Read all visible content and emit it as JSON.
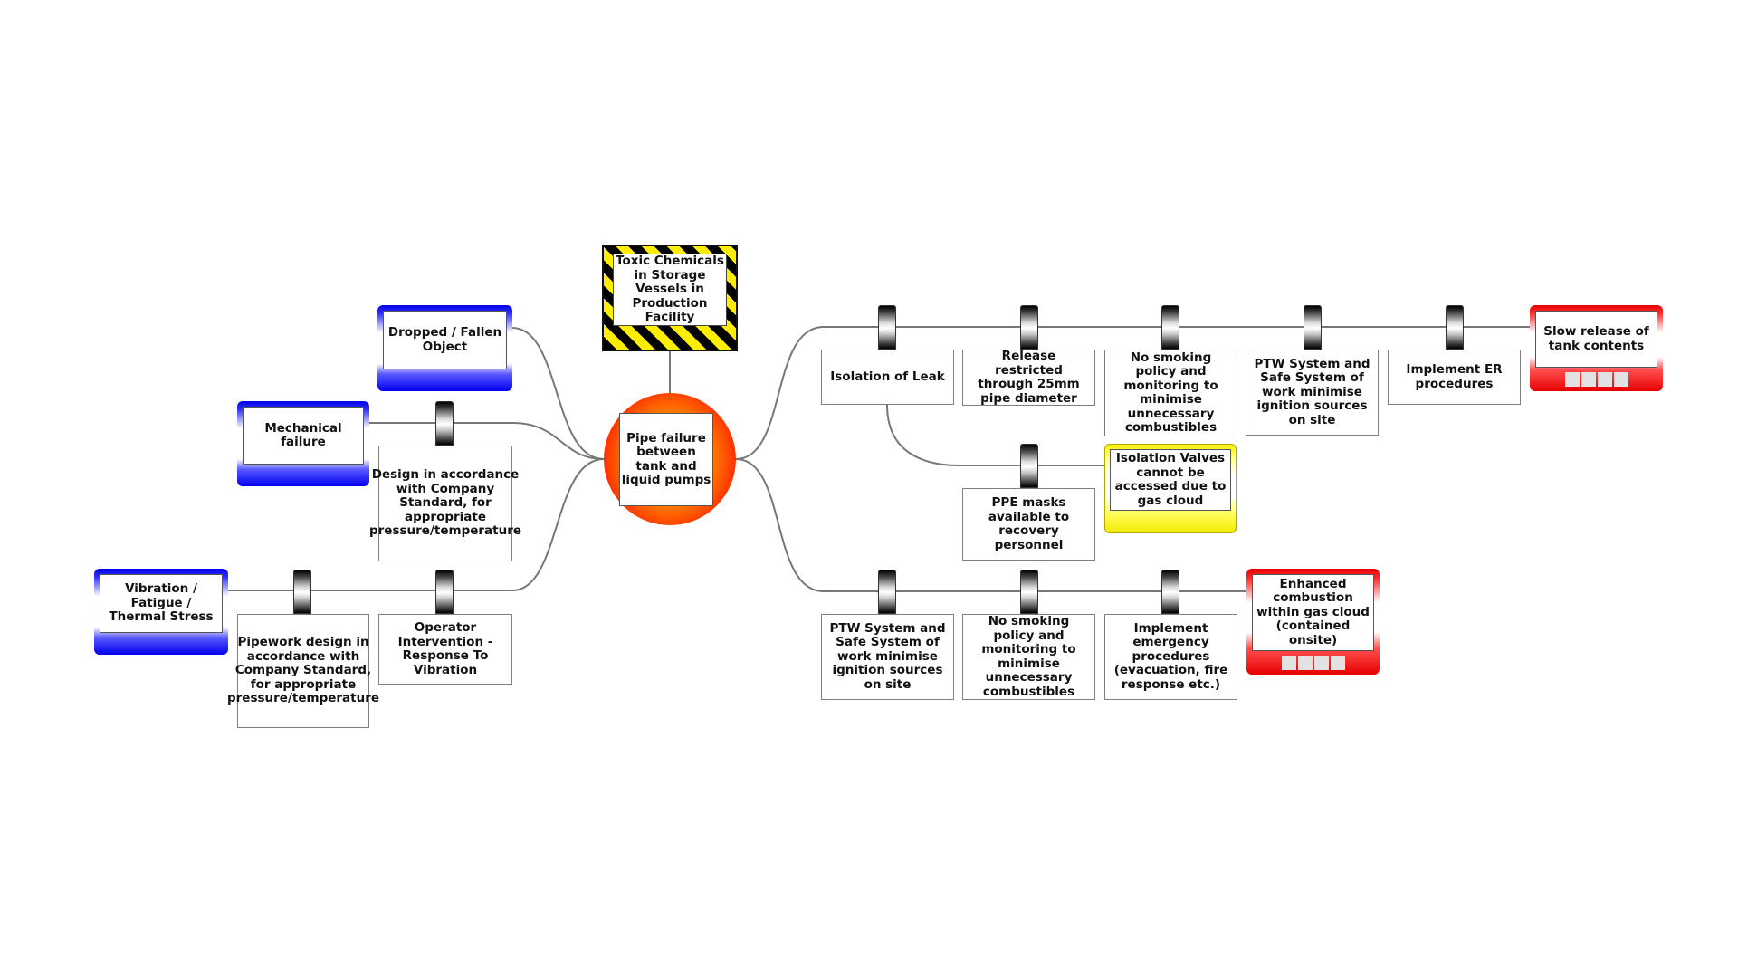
{
  "hazard": {
    "label": "Toxic Chemicals in Storage Vessels in Production Facility",
    "icon": "hazard-stripes"
  },
  "top_event": {
    "label": "Pipe failure between tank and liquid pumps"
  },
  "threats": [
    {
      "label": "Dropped / Fallen Object",
      "barriers": []
    },
    {
      "label": "Mechanical failure",
      "barriers": [
        "Design in accordance with Company Standard, for appropriate pressure/temperature"
      ]
    },
    {
      "label": "Vibration / Fatigue / Thermal Stress",
      "barriers": [
        "Pipework design in accordance with Company Standard,  for appropriate pressure/temperature",
        "Operator Intervention - Response To Vibration"
      ]
    }
  ],
  "consequences": [
    {
      "label": "Slow release of tank contents",
      "barriers": [
        "Isolation of Leak",
        "Release restricted through 25mm pipe diameter",
        "No smoking policy and monitoring to minimise unnecessary combustibles",
        "PTW System and Safe System of work minimise ignition sources on site",
        "Implement ER procedures"
      ],
      "rating_cells": 4,
      "escalation": {
        "factor": "Isolation Valves cannot be accessed due to gas cloud",
        "barrier": "PPE masks available to recovery personnel"
      }
    },
    {
      "label": "Enhanced combustion within gas cloud (contained onsite)",
      "barriers": [
        "PTW System and Safe System of work minimise ignition sources on site",
        "No smoking policy and monitoring to minimise unnecessary combustibles",
        "Implement emergency procedures (evacuation, fire response etc.)"
      ],
      "rating_cells": 4
    }
  ],
  "colors": {
    "threat": "#0000ff",
    "consequence": "#ff0000",
    "escalation": "#ffff00",
    "top_event": "#ff8c00",
    "line": "#777777"
  }
}
